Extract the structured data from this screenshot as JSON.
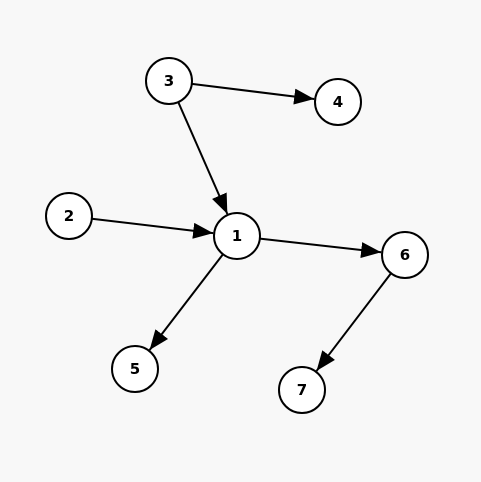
{
  "graph": {
    "nodes": [
      {
        "id": "1",
        "label": "1"
      },
      {
        "id": "2",
        "label": "2"
      },
      {
        "id": "3",
        "label": "3"
      },
      {
        "id": "4",
        "label": "4"
      },
      {
        "id": "5",
        "label": "5"
      },
      {
        "id": "6",
        "label": "6"
      },
      {
        "id": "7",
        "label": "7"
      }
    ],
    "edges": [
      {
        "from": "3",
        "to": "4"
      },
      {
        "from": "3",
        "to": "1"
      },
      {
        "from": "2",
        "to": "1"
      },
      {
        "from": "1",
        "to": "6"
      },
      {
        "from": "1",
        "to": "5"
      },
      {
        "from": "6",
        "to": "7"
      }
    ],
    "colors": {
      "background": "#f8f8f8",
      "node_fill": "#ffffff",
      "stroke": "#000000"
    }
  }
}
